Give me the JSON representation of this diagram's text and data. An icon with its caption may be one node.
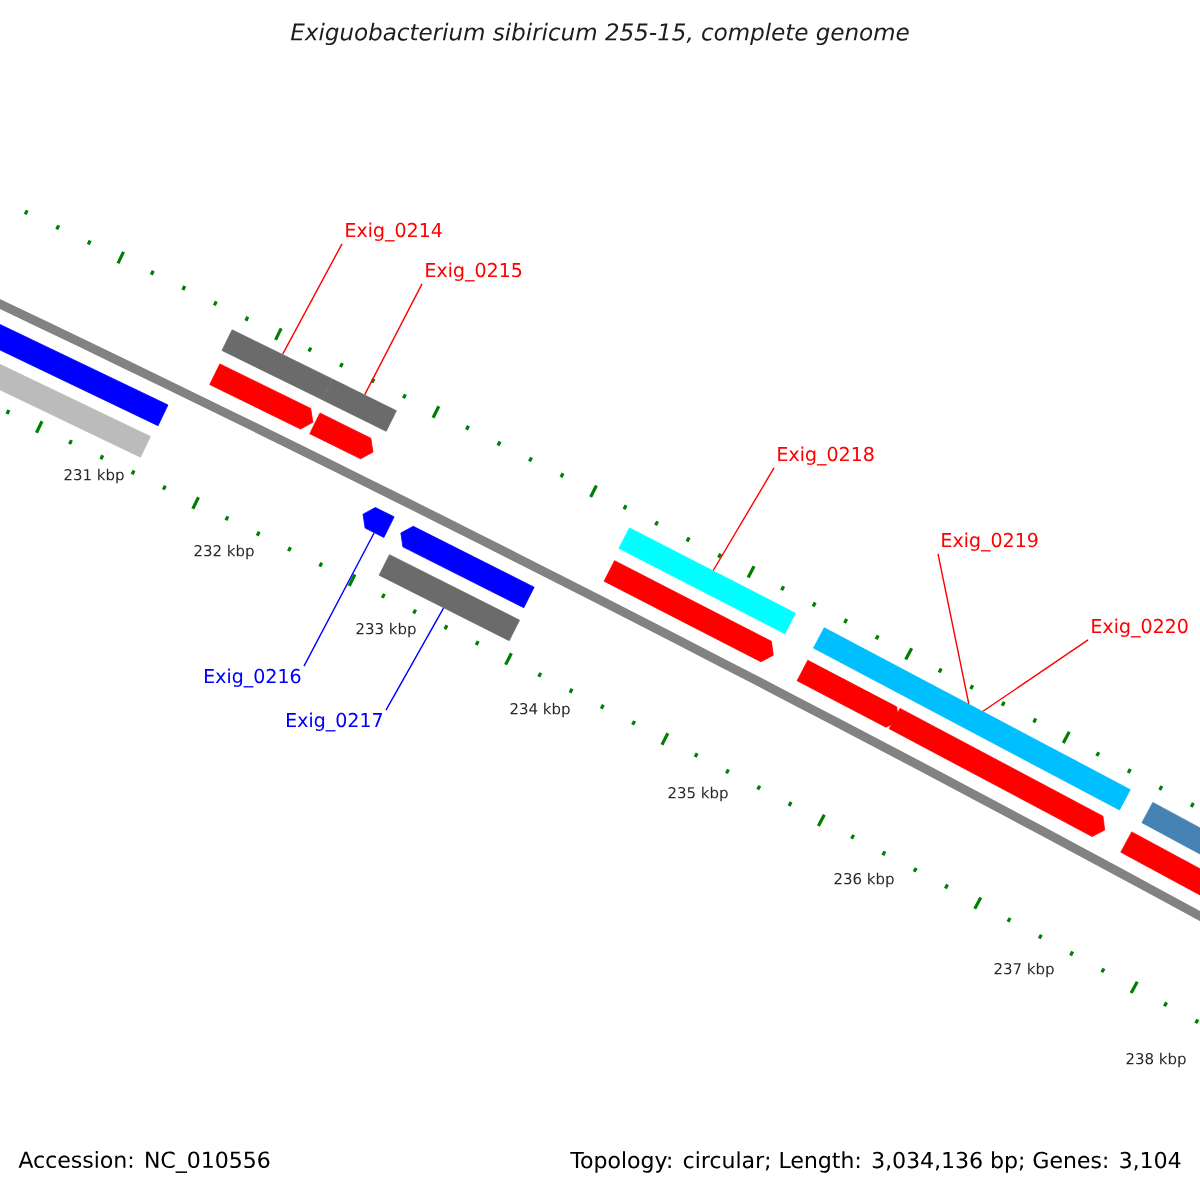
{
  "diagram": {
    "title": "Exiguobacterium sibiricum 255-15, complete genome",
    "nodes": [
      {
        "text": [
          "Exig_0214"
        ]
      },
      {
        "text": [
          "Exig_0215"
        ]
      },
      {
        "text": [
          "Exig_0216"
        ]
      },
      {
        "text": [
          "Exig_0217"
        ]
      },
      {
        "text": [
          "Exig_0218"
        ]
      },
      {
        "text": [
          "Exig_0219"
        ]
      },
      {
        "text": [
          "Exig_0220"
        ]
      },
      {
        "text": [],
        "shape": "bar"
      },
      {
        "text": [],
        "shape": "bar"
      },
      {
        "text": [],
        "shape": "bar"
      },
      {
        "text": [],
        "shape": "bar"
      },
      {
        "text": [],
        "shape": "arrow"
      },
      {
        "text": [],
        "shape": "arrow"
      },
      {
        "text": [],
        "shape": "arrow"
      },
      {
        "text": [],
        "shape": "arrow"
      },
      {
        "text": [],
        "shape": "bar"
      },
      {
        "text": [],
        "shape": "bar"
      },
      {
        "text": [],
        "shape": "arrow"
      },
      {
        "text": [],
        "shape": "bar"
      },
      {
        "text": [],
        "shape": "arrow"
      },
      {
        "text": [],
        "shape": "arrow"
      },
      {
        "text": [],
        "shape": "bar"
      },
      {
        "text": [],
        "shape": "bar"
      }
    ],
    "edges": [
      {
        "from": 0,
        "to": 9,
        "arrow": "none"
      },
      {
        "from": 1,
        "to": 10,
        "arrow": "none"
      },
      {
        "from": 2,
        "to": 13,
        "arrow": "none",
        "color": "#0000ff"
      },
      {
        "from": 3,
        "to": 15,
        "arrow": "none",
        "color": "#0000ff"
      },
      {
        "from": 4,
        "to": 16,
        "arrow": "none"
      },
      {
        "from": 5,
        "to": 18,
        "arrow": "none"
      },
      {
        "from": 6,
        "to": 18,
        "arrow": "none"
      }
    ],
    "labels": [
      "231 kbp",
      "232 kbp",
      "233 kbp",
      "234 kbp",
      "235 kbp",
      "236 kbp",
      "237 kbp",
      "238 kbp",
      "Accession: NC_010556",
      "Topology: circular; Length: 3,034,136 bp; Genes: 3,104"
    ]
  }
}
